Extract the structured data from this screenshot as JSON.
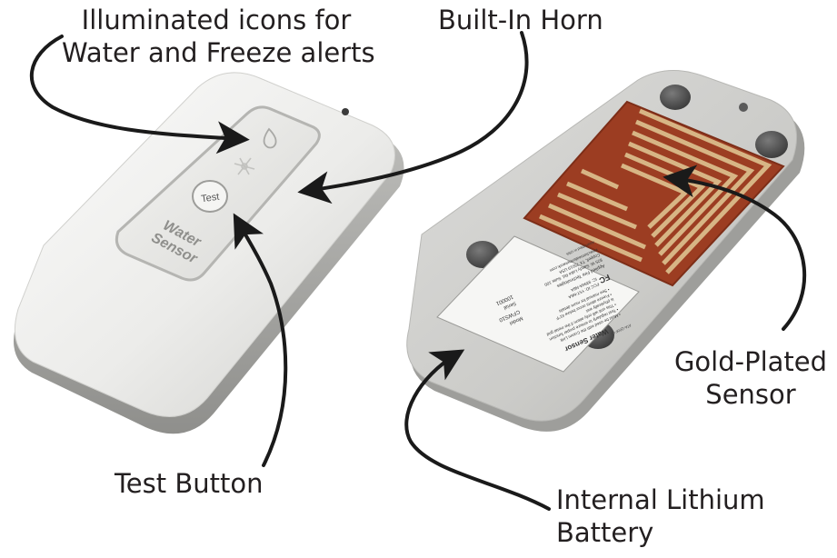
{
  "callouts": {
    "icons": {
      "line1": "Illuminated icons for",
      "line2": "Water and Freeze alerts"
    },
    "horn": "Built-In Horn",
    "test_button": "Test Button",
    "gold_sensor": {
      "line1": "Gold-Plated",
      "line2": "Sensor"
    },
    "battery": {
      "line1": "Internal Lithium",
      "line2": "Battery"
    }
  },
  "front_device": {
    "test_label": "Test",
    "brand_line1": "Water",
    "brand_line2": "Sensor"
  },
  "back_label": {
    "title": "Water Sensor",
    "code": "ATA-Q00F-98",
    "notes": [
      "• Must be used with the Comm Link",
      "• Test regularly to ensure proper function",
      "• This unit will only alarm if the metal grid",
      "  is physically wet",
      "• Freeze alerts occur below 41°F",
      "• See manual for more details"
    ],
    "fcc": "FC",
    "fcc_id": "FCC ID: Y5T-N6A",
    "ic": "IC: 9394A-N6A",
    "company": "Applied Fire Technologies",
    "address1": "825 W. Sandy Lake Rd. Suite 100",
    "address2": "Coppell, TX 75019  USA",
    "website": "www.homealertnetwork.com",
    "assembled": "Assembled in USA",
    "model_label": "Model",
    "model_value": "CFWS10",
    "serial_label": "Serial",
    "serial_value": "100001"
  },
  "colors": {
    "device_body": "#e6e6e4",
    "device_shadow": "#a9a9a7",
    "sensor_copper": "#9c3d22",
    "sensor_gold": "#d7b585",
    "foot": "#555555",
    "arrow": "#1a1a1a"
  }
}
